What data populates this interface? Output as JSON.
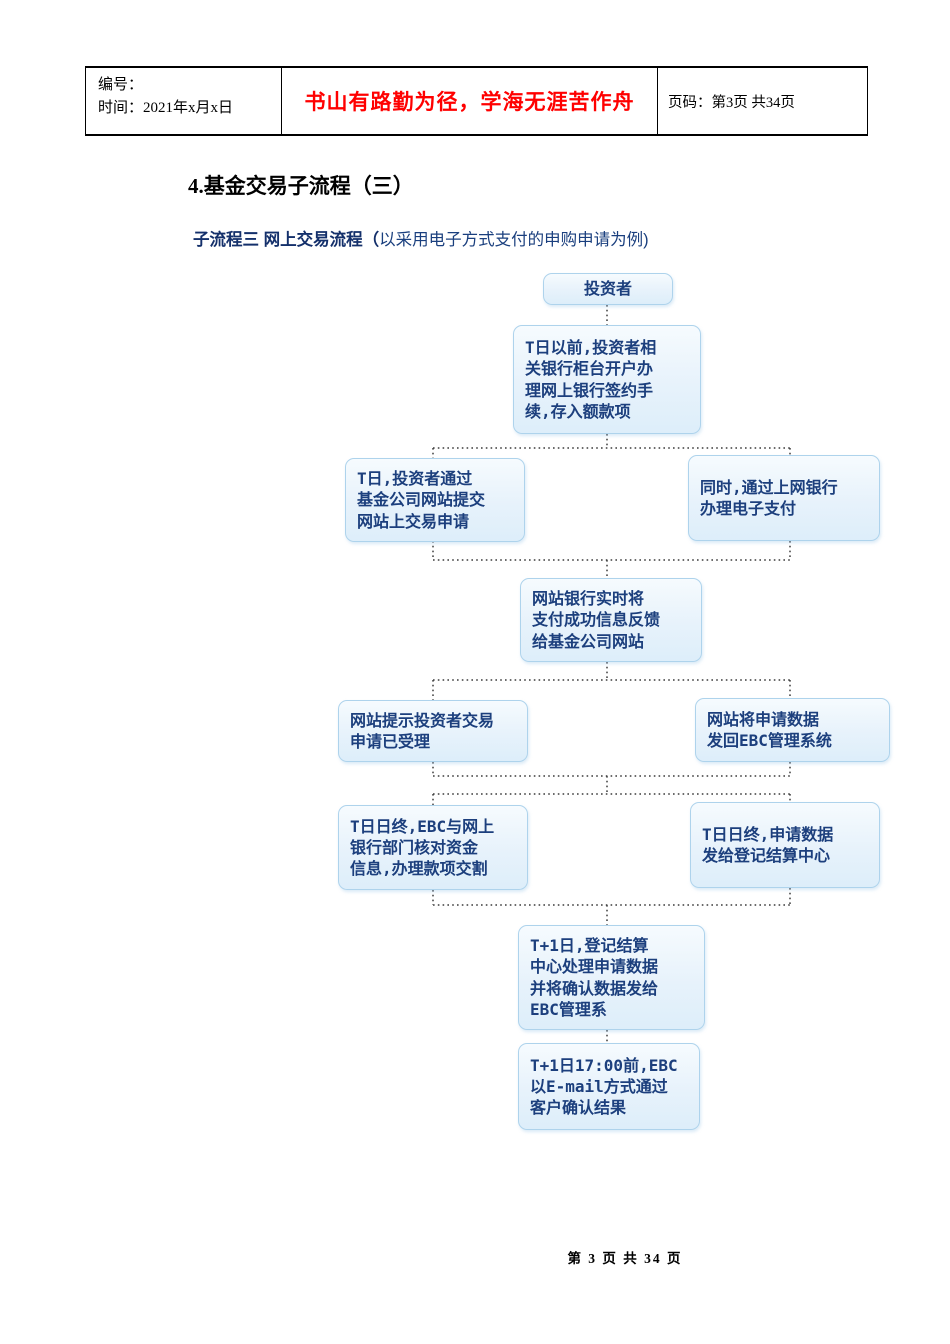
{
  "header": {
    "number_label": "编号：",
    "time_label": "时间：2021年x月x日",
    "motto": "书山有路勤为径，学海无涯苦作舟",
    "page_label": "页码：第3页 共34页"
  },
  "title": "4.基金交易子流程（三）",
  "subtitle": {
    "bold": "子流程三  网上交易流程（",
    "normal": "以采用电子方式支付的申购申请为例)"
  },
  "flowchart": {
    "nodes": {
      "investor": "投资者",
      "pre_t_day": "T日以前,投资者相\n关银行柜台开户办\n理网上银行签约手\n续,存入额款项",
      "t_day_submit": "T日,投资者通过\n基金公司网站提交\n网站上交易申请",
      "t_day_epay": "同时,通过上网银行\n办理电子支付",
      "bank_feedback": "网站银行实时将\n支付成功信息反馈\n给基金公司网站",
      "site_accepted": "网站提示投资者交易\n申请已受理",
      "site_to_ebc": "网站将申请数据\n发回EBC管理系统",
      "t_end_settle": "T日日终,EBC与网上\n银行部门核对资金\n信息,办理款项交割",
      "t_end_registry": "T日日终,申请数据\n发给登记结算中心",
      "t1_registry": "T+1日,登记结算\n中心处理申请数据\n并将确认数据发给\nEBC管理系",
      "t1_email": "T+1日17:00前,EBC\n以E-mail方式通过\n客户确认结果"
    }
  },
  "footer": "第 3 页 共 34 页",
  "colors": {
    "box_fill": "#e7f2fb",
    "box_border": "#aed3ec",
    "box_text": "#1c3f7d",
    "motto_red": "#ff0000",
    "subtitle_blue": "#17356e",
    "connector_dots": "#3c3c3c"
  }
}
